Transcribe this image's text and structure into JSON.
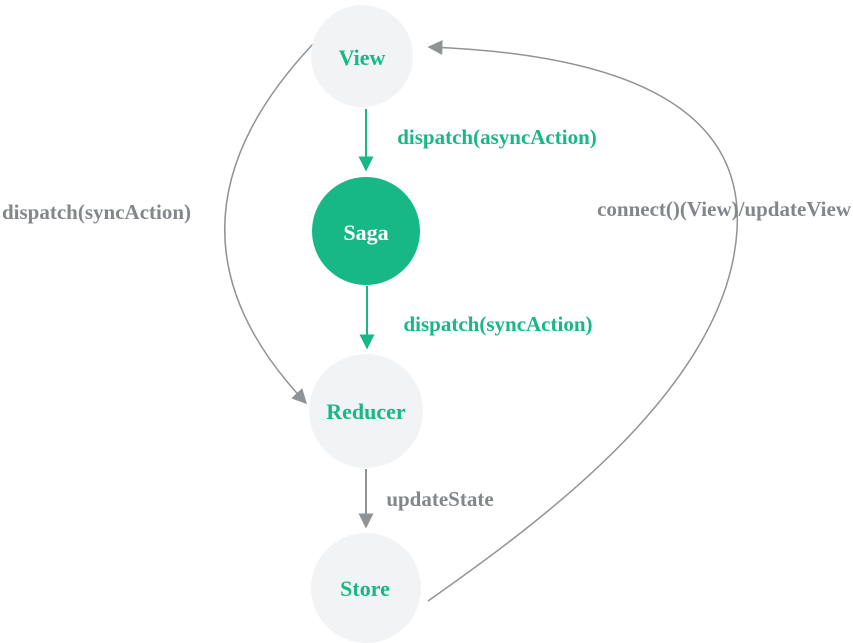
{
  "diagram": {
    "colors": {
      "green": "#17b786",
      "node_fill": "#f1f3f5",
      "gray_line": "#909396",
      "gray_text": "#83868b",
      "background": "#ffffff",
      "saga_text": "#ffffff"
    },
    "nodes": [
      {
        "id": "view",
        "label": "View",
        "fill": "light",
        "text_color": "green"
      },
      {
        "id": "saga",
        "label": "Saga",
        "fill": "green",
        "text_color": "white"
      },
      {
        "id": "reducer",
        "label": "Reducer",
        "fill": "light",
        "text_color": "green"
      },
      {
        "id": "store",
        "label": "Store",
        "fill": "light",
        "text_color": "green"
      }
    ],
    "edges": [
      {
        "from": "View",
        "to": "Saga",
        "label": "dispatch(asyncAction)",
        "color": "green",
        "style": "straight-down"
      },
      {
        "from": "Saga",
        "to": "Reducer",
        "label": "dispatch(syncAction)",
        "color": "green",
        "style": "straight-down"
      },
      {
        "from": "Reducer",
        "to": "Store",
        "label": "updateState",
        "color": "gray",
        "style": "straight-down"
      },
      {
        "from": "View",
        "to": "Reducer",
        "label": "dispatch(syncAction)",
        "color": "gray",
        "style": "curved-left"
      },
      {
        "from": "Store",
        "to": "View",
        "label": "connect()(View)/updateView",
        "color": "gray",
        "style": "curved-right"
      }
    ]
  }
}
